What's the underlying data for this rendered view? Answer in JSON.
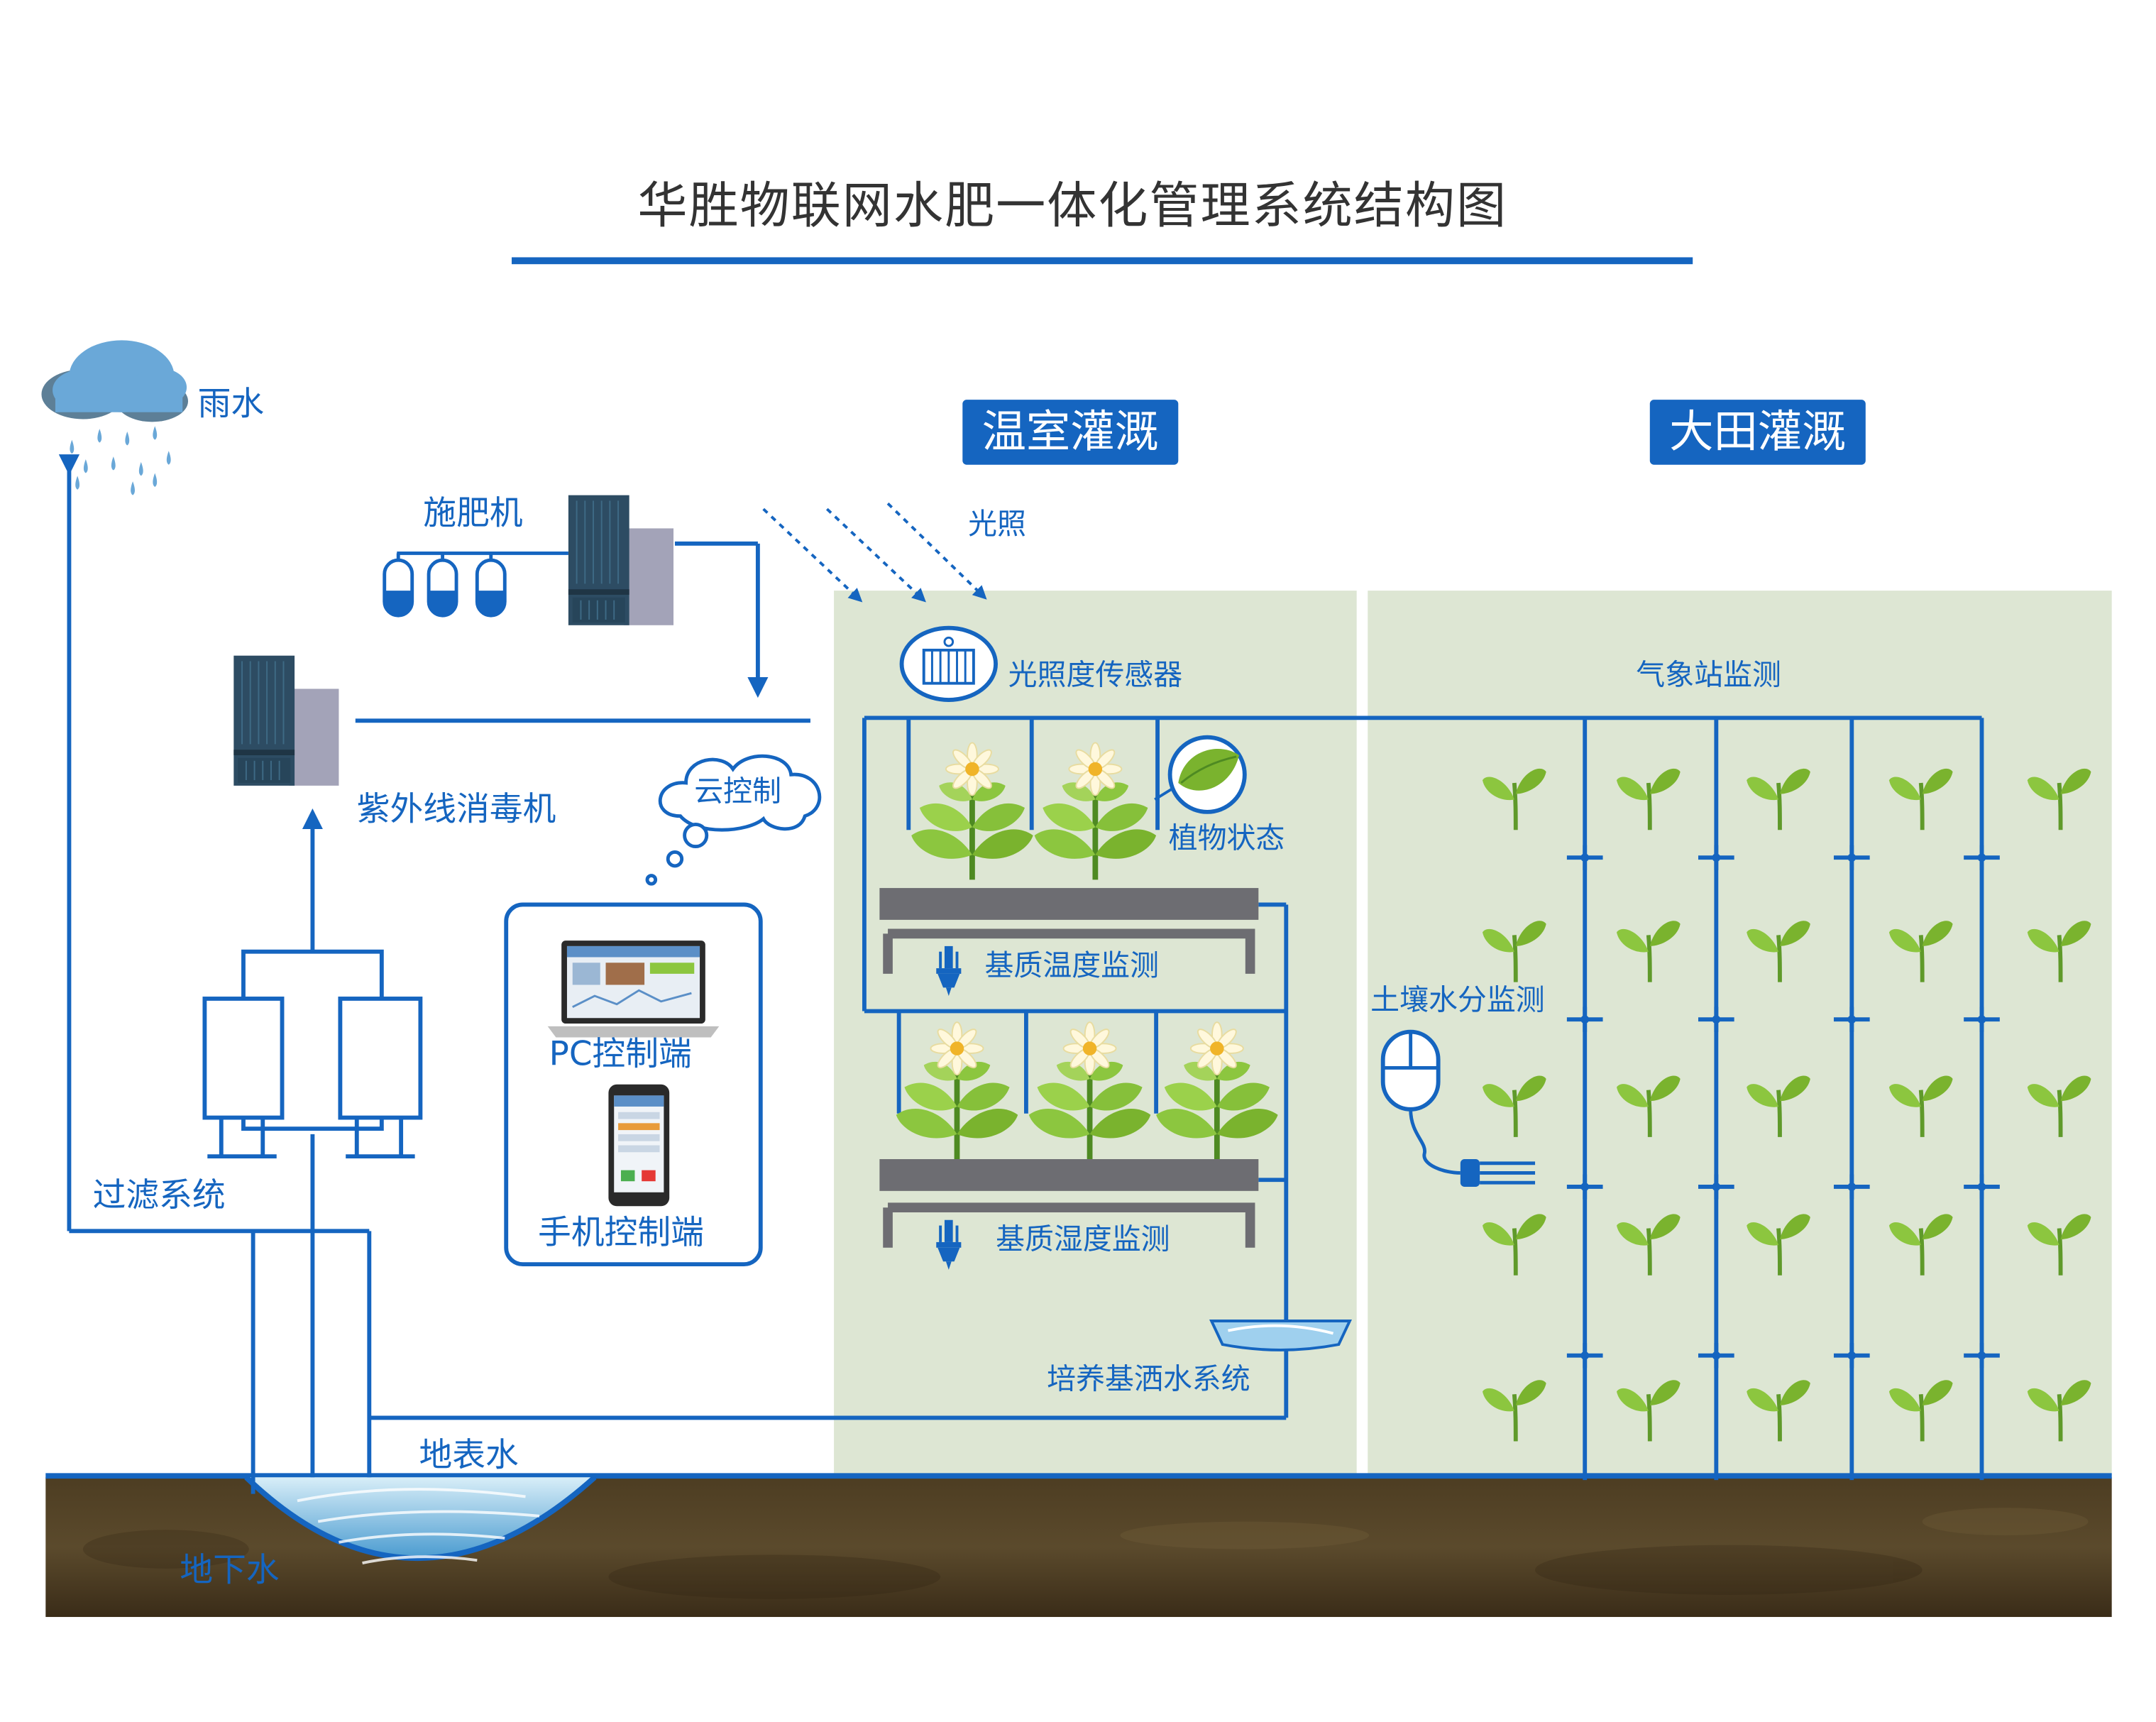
{
  "title": "华胜物联网水肥一体化管理系统结构图",
  "zones": {
    "greenhouse": "温室灌溉",
    "field": "大田灌溉"
  },
  "labels": {
    "rain": "雨水",
    "fertilizer": "施肥机",
    "light": "光照",
    "uv": "紫外线消毒机",
    "cloud": "云控制",
    "pc": "PC控制端",
    "phone": "手机控制端",
    "filter": "过滤系统",
    "surface_water": "地表水",
    "groundwater": "地下水",
    "light_sensor": "光照度传感器",
    "plant_status": "植物状态",
    "substrate_temp": "基质温度监测",
    "substrate_humidity": "基质湿度监测",
    "substrate_sprinkler": "培养基洒水系统",
    "weather_station": "气象站监测",
    "soil_moisture": "土壤水分监测"
  },
  "colors": {
    "line": "#1565c0",
    "greenhouse_bg": "#dde6d3",
    "soil": "#4a3a22",
    "machine": "#2e4f66",
    "plant": "#7fb53a"
  },
  "icons": [
    "rain-cloud-icon",
    "fertilizer-machine-icon",
    "uv-machine-icon",
    "cloud-bubble-icon",
    "laptop-icon",
    "phone-icon",
    "filter-icon",
    "light-sensor-icon",
    "leaf-icon",
    "flower-plant-icon",
    "temperature-probe-icon",
    "soil-sensor-icon",
    "sprout-icon",
    "water-pond-icon"
  ]
}
